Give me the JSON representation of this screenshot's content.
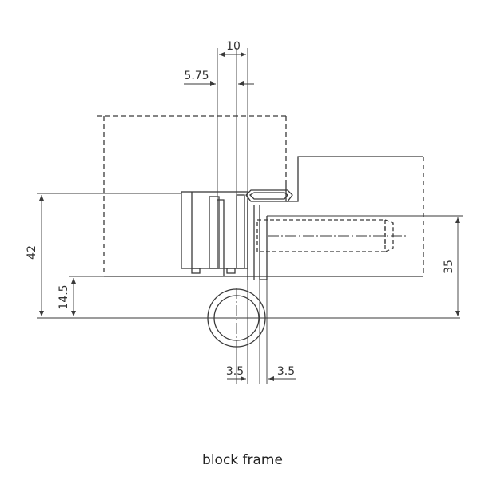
{
  "diagram": {
    "caption": "block frame",
    "dimensions": {
      "top_width": "10",
      "top_offset": "5.75",
      "left_height": "42",
      "left_small": "14.5",
      "right_height": "35",
      "bottom_left": "3.5",
      "bottom_right": "3.5"
    }
  },
  "colors": {
    "line": "#3a3a3a",
    "text": "#333333"
  }
}
